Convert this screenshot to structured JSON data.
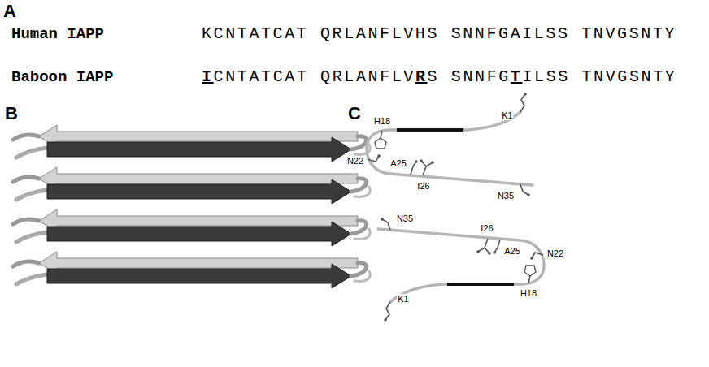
{
  "diagram": {
    "labels": [
      "A",
      "Human IAPP",
      "KCNTATCAT QRLANFLVHS SNNFGAILSS TNVGSNTY",
      "Baboon IAPP",
      "ICNTATCAT QRLANFLVRS SNNFGTILSS TNVGSNTY",
      "B",
      "C",
      "K1",
      "H18",
      "N22",
      "A25",
      "I26",
      "N35",
      "N35",
      "I26",
      "A25",
      "N22",
      "H18",
      "K1"
    ]
  }
}
